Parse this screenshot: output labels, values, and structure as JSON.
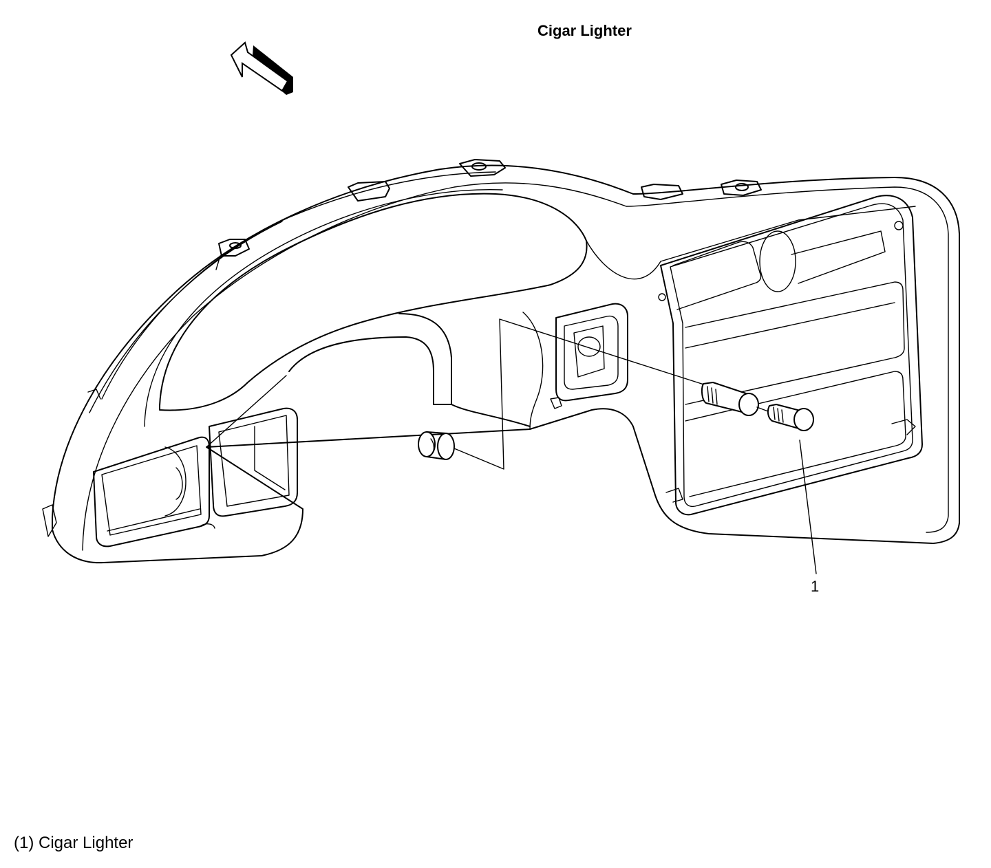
{
  "title": "Cigar Lighter",
  "callout": {
    "number": "1"
  },
  "legend": [
    {
      "number": "(1)",
      "label": "Cigar Lighter"
    }
  ],
  "icons": {
    "direction_arrow": "front-direction-arrow-icon"
  },
  "colors": {
    "line": "#000000",
    "background": "#ffffff"
  }
}
